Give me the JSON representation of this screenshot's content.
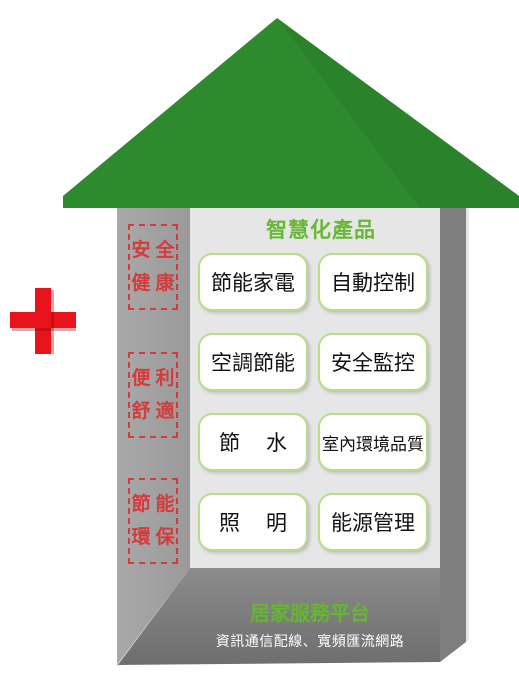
{
  "header": {
    "title": "智慧化產品"
  },
  "products": [
    {
      "label": "節能家電"
    },
    {
      "label": "自動控制"
    },
    {
      "label": "空調節能"
    },
    {
      "label": "安全監控"
    },
    {
      "label": "節水"
    },
    {
      "label": "室內環境品質"
    },
    {
      "label": "照明"
    },
    {
      "label": "能源管理"
    }
  ],
  "benefits": [
    {
      "line1": "安全",
      "line2": "健康"
    },
    {
      "line1": "便利",
      "line2": "舒適"
    },
    {
      "line1": "節能",
      "line2": "環保"
    }
  ],
  "platform": {
    "title": "居家服務平台",
    "subtitle": "資訊通信配線、寬頻匯流網路"
  },
  "colors": {
    "roof": "#2d8a2d",
    "title_green": "#68b835",
    "benefit_red": "#d63a3a",
    "plus_red": "#e8131b"
  },
  "icons": {
    "plus": "plus-icon"
  }
}
